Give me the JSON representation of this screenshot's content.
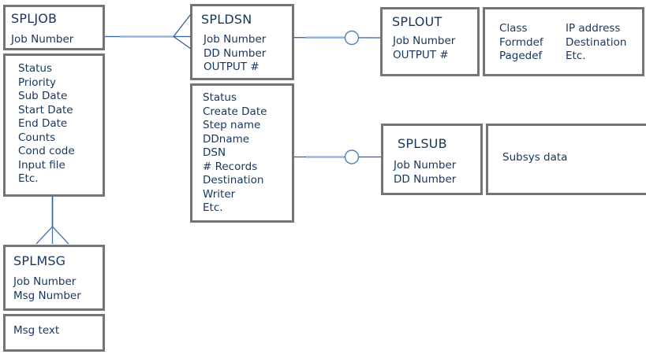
{
  "colors": {
    "box_border": "#757575",
    "text": "#17365d",
    "connector_dark": "#31609b",
    "connector_light": "#9ab6d9",
    "circle_stroke": "#4f81bd"
  },
  "entities": {
    "spljob": {
      "title": "SPLJOB",
      "keys": [
        "Job Number"
      ],
      "attributes": [
        "Status",
        "Priority",
        "Sub Date",
        "Start Date",
        "End Date",
        "Counts",
        "Cond code",
        "Input file",
        "Etc."
      ]
    },
    "spldsn": {
      "title": "SPLDSN",
      "keys": [
        "Job Number",
        "DD Number",
        "OUTPUT #"
      ],
      "attributes": [
        "Status",
        "Create Date",
        "Step name",
        "DDname",
        "DSN",
        "# Records",
        "Destination",
        "Writer",
        "Etc."
      ]
    },
    "splout": {
      "title": "SPLOUT",
      "keys": [
        "Job Number",
        "OUTPUT #"
      ],
      "attributes_col1": [
        "Class",
        "Formdef",
        "Pagedef"
      ],
      "attributes_col2": [
        "IP address",
        "Destination",
        "Etc."
      ]
    },
    "splsub": {
      "title": "SPLSUB",
      "keys": [
        "Job Number",
        "DD Number"
      ],
      "attributes": [
        "Subsys data"
      ]
    },
    "splmsg": {
      "title": "SPLMSG",
      "keys": [
        "Job Number",
        "Msg Number"
      ],
      "attributes": [
        "Msg text"
      ]
    }
  },
  "relationships": [
    {
      "from": "SPLJOB",
      "to": "SPLDSN",
      "end_symbol_at_to": "crow-foot"
    },
    {
      "from": "SPLDSN",
      "to": "SPLOUT",
      "end_symbol_at_to": "circle"
    },
    {
      "from": "SPLDSN",
      "to": "SPLSUB",
      "end_symbol_at_to": "circle"
    },
    {
      "from": "SPLJOB",
      "to": "SPLMSG",
      "end_symbol_at_to": "crow-foot"
    }
  ]
}
